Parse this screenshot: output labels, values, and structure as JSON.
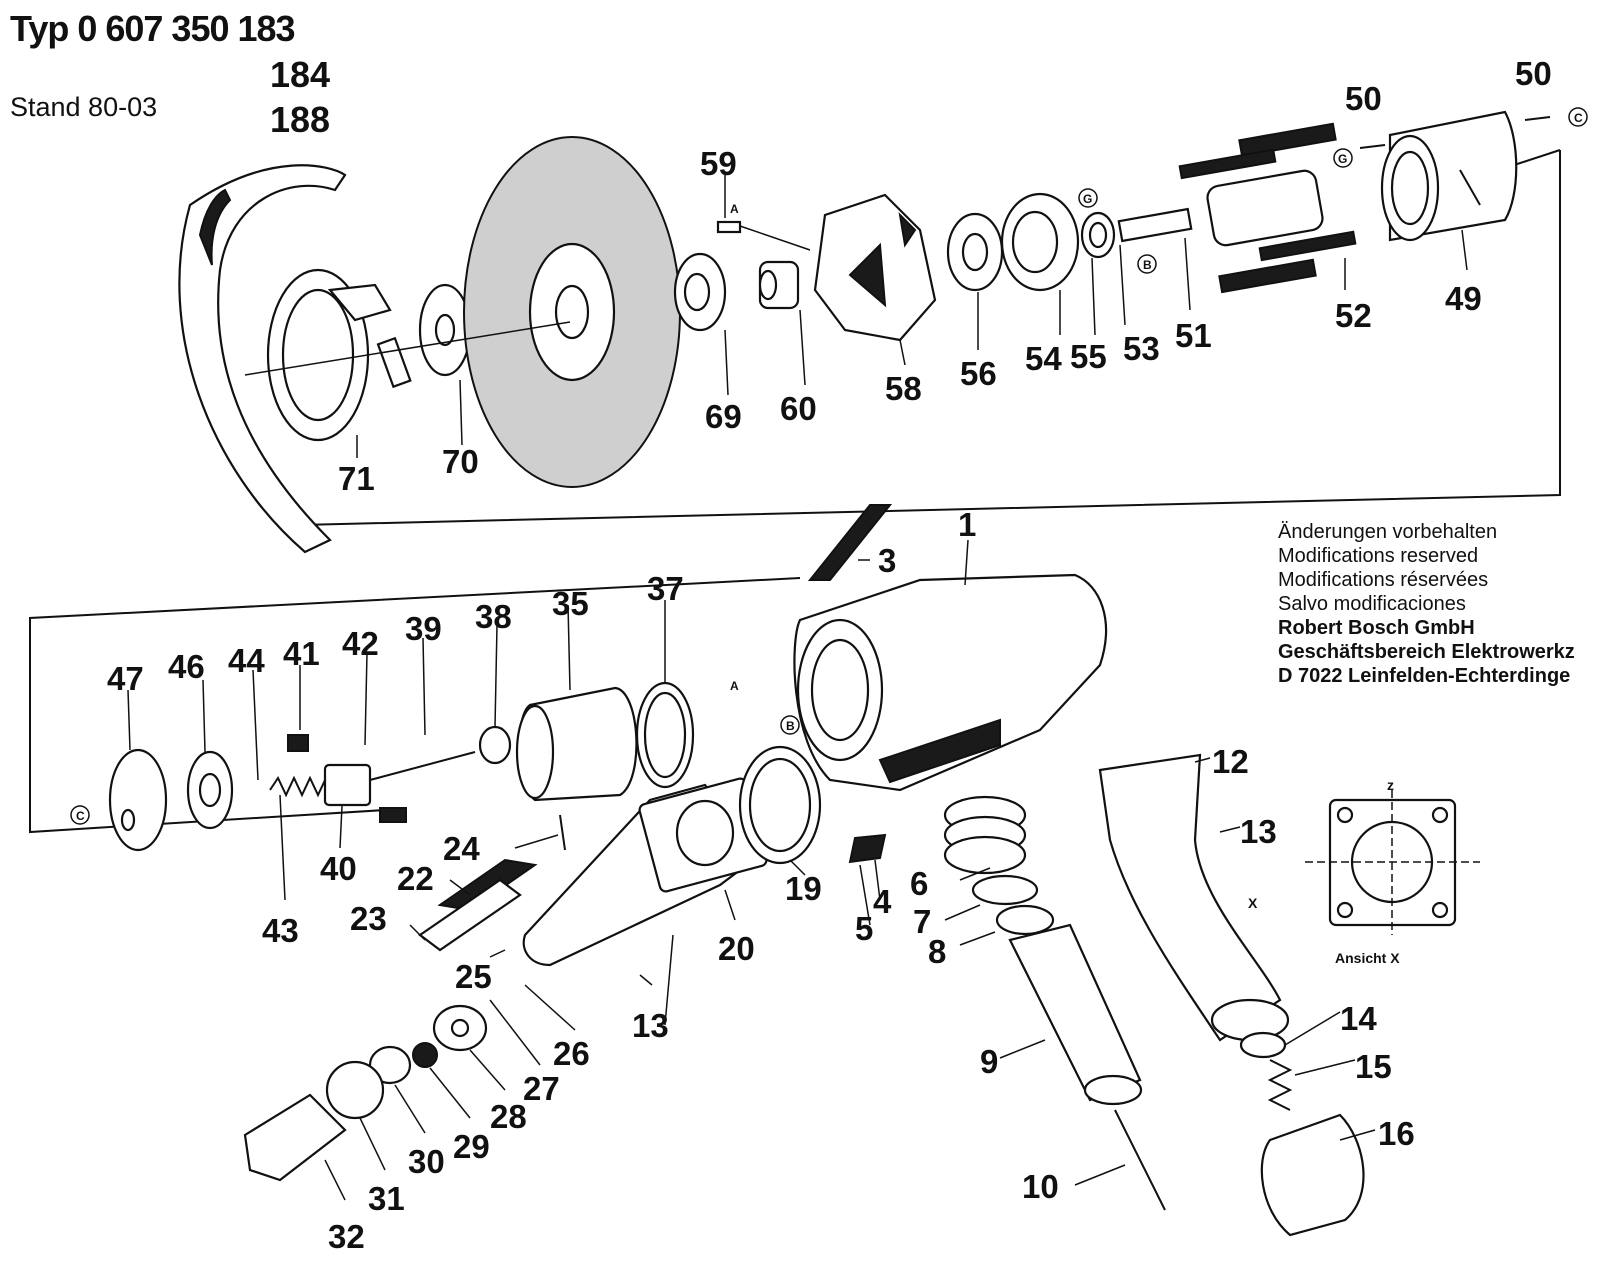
{
  "header": {
    "typ_label": "Typ 0 607 350 183",
    "variants": [
      "184",
      "188"
    ],
    "stand": "Stand 80-03"
  },
  "notice": {
    "lines": [
      "Änderungen vorbehalten",
      "Modifications reserved",
      "Modifications réservées",
      "Salvo modificaciones"
    ],
    "company": [
      "Robert Bosch GmbH",
      "Geschäftsbereich Elektrowerkz",
      "D 7022 Leinfelden-Echterdinge"
    ]
  },
  "view_label": "Ansicht X",
  "view_axis_marks": [
    "z",
    "X"
  ],
  "connection_marks": [
    "A",
    "B",
    "C",
    "G"
  ],
  "part_numbers": [
    "1",
    "3",
    "4",
    "5",
    "6",
    "7",
    "8",
    "9",
    "10",
    "12",
    "13",
    "14",
    "15",
    "16",
    "19",
    "20",
    "22",
    "23",
    "24",
    "25",
    "26",
    "27",
    "28",
    "29",
    "30",
    "31",
    "32",
    "35",
    "37",
    "38",
    "39",
    "40",
    "41",
    "42",
    "43",
    "44",
    "46",
    "47",
    "49",
    "50",
    "51",
    "52",
    "53",
    "54",
    "55",
    "56",
    "58",
    "59",
    "60",
    "69",
    "70",
    "71"
  ]
}
